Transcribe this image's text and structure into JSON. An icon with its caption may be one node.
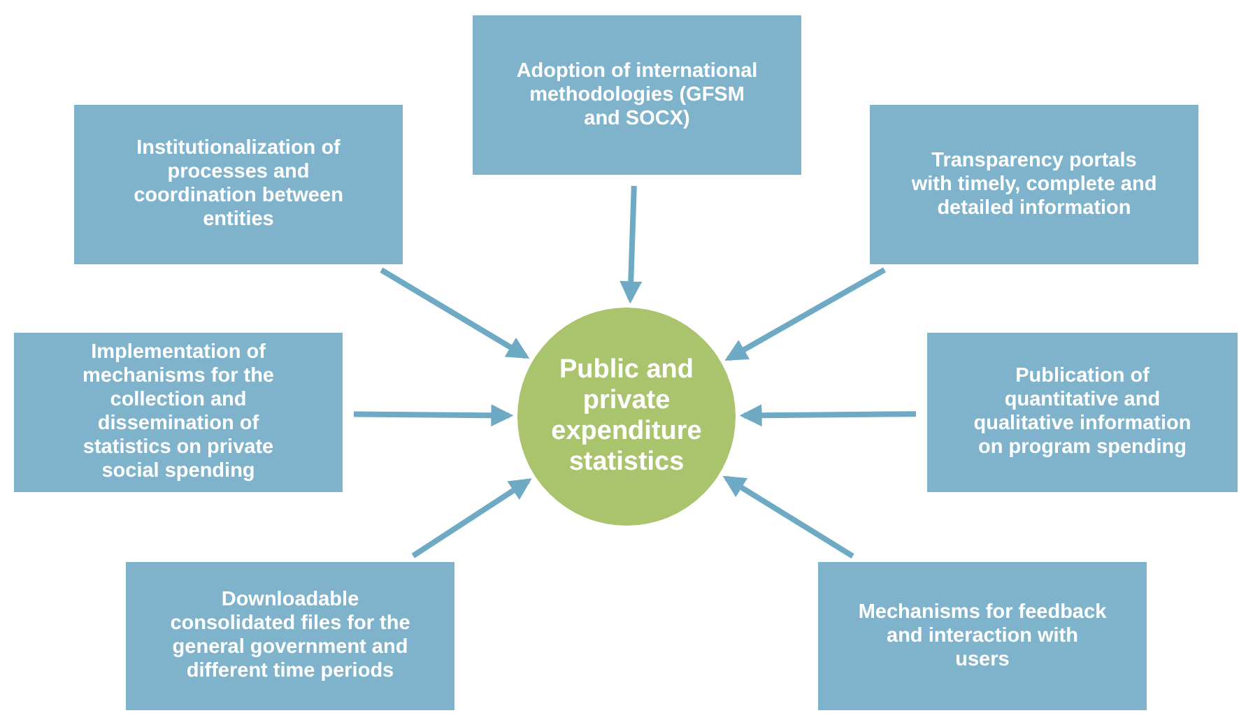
{
  "diagram": {
    "nodes": [
      {
        "text": [
          "Institutionalization of processes and coordination between entities"
        ]
      },
      {
        "text": [
          "Adoption of international methodologies (GFSM and SOCX)"
        ]
      },
      {
        "text": [
          "Transparency portals with timely, complete and detailed information"
        ]
      },
      {
        "text": [
          "Implementation of mechanisms for the collection and dissemination of statistics on private social spending"
        ]
      },
      {
        "text": [
          "Public and private expenditure statistics"
        ]
      },
      {
        "text": [
          "Publication of quantitative and qualitative information on program spending"
        ]
      },
      {
        "text": [
          "Downloadable consolidated files for the general government and different time periods"
        ]
      },
      {
        "text": [
          "Mechanisms for feedback and interaction with users"
        ]
      }
    ],
    "edges": [
      {
        "from": 0,
        "to": 4,
        "arrow": "to"
      },
      {
        "from": 1,
        "to": 4,
        "arrow": "to"
      },
      {
        "from": 2,
        "to": 4,
        "arrow": "to"
      },
      {
        "from": 3,
        "to": 4,
        "arrow": "to"
      },
      {
        "from": 5,
        "to": 4,
        "arrow": "to"
      },
      {
        "from": 6,
        "to": 4,
        "arrow": "to"
      },
      {
        "from": 7,
        "to": 4,
        "arrow": "to"
      }
    ]
  }
}
